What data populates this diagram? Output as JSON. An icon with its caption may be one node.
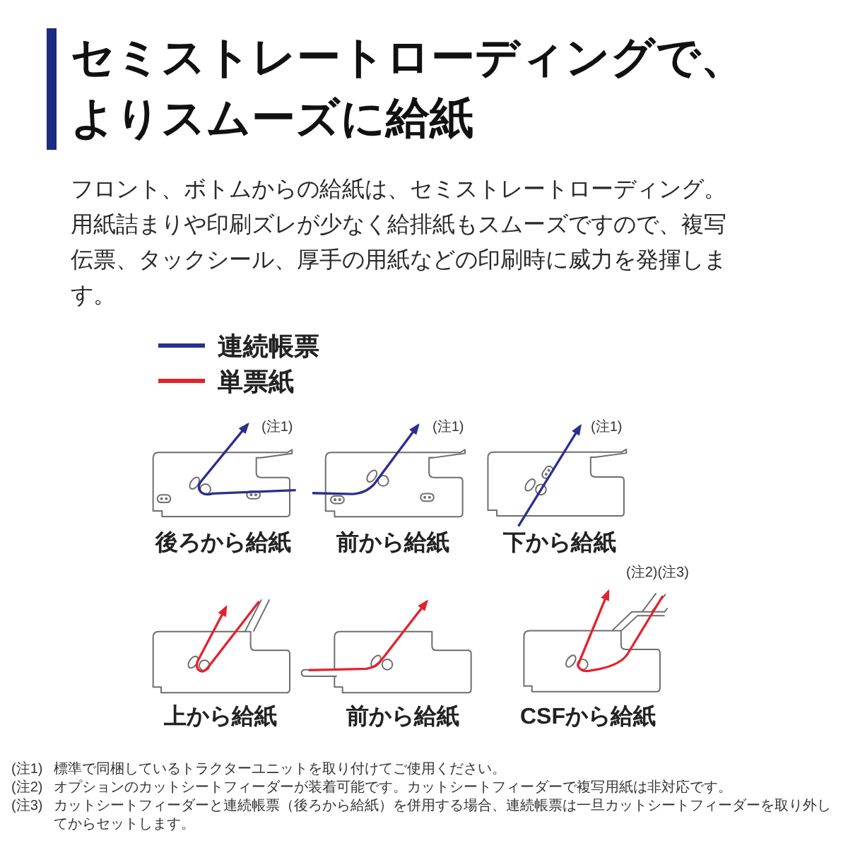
{
  "diagram": {
    "title": "セミストレートローディングで、よりスムーズに給紙",
    "labels": [
      "フロント、ボトムからの給紙は、セミストレートローディング。用紙詰まりや印刷ズレが少なく給排紙もスムーズですので、複写伝票、タックシール、厚手の用紙などの印刷時に威力を発揮します。",
      "(注1)",
      "(注1)",
      "(注1)",
      "後ろから給紙",
      "前から給紙",
      "下から給紙",
      "(注2)(注3)",
      "上から給紙",
      "前から給紙",
      "CSFから給紙",
      "(注1)",
      "標準で同梱しているトラクターユニットを取り付けてご使用ください。",
      "(注2)",
      "オプションのカットシートフィーダーが装着可能です。カットシートフィーダーで複写用紙は非対応です。",
      "(注3)",
      "カットシートフィーダーと連続帳票（後ろから給紙）を併用する場合、連続帳票は一旦カットシートフィーダーを取り外してからセットします。"
    ],
    "legend": [
      {
        "text": "連続帳票"
      },
      {
        "text": "単票紙"
      }
    ]
  }
}
